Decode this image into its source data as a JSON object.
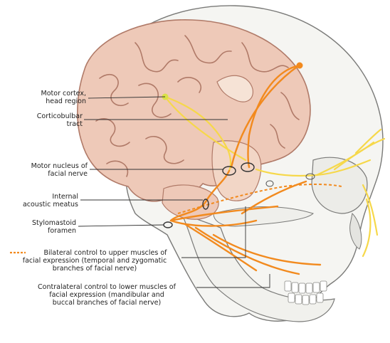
{
  "labels": {
    "motor_cortex": {
      "line1": "Motor cortex,",
      "line2": "head region"
    },
    "corticobulbar": {
      "line1": "Corticobulbar",
      "line2": "tract"
    },
    "motor_nucleus": {
      "line1": "Motor nucleus of",
      "line2": "facial nerve"
    },
    "internal_meatus": {
      "line1": "Internal",
      "line2": "acoustic meatus"
    },
    "stylomastoid": {
      "line1": "Stylomastoid",
      "line2": "foramen"
    },
    "bilateral": {
      "line1": "Bilateral control to upper muscles of",
      "line2": "facial expression (temporal and zygomatic",
      "line3": "branches of facial nerve)"
    },
    "contralateral": {
      "line1": "Contralateral control to lower muscles of",
      "line2": "facial expression (mandibular and",
      "line3": "buccal branches of facial nerve)"
    }
  },
  "colors": {
    "skull_fill": "#f5f5f2",
    "skull_outline": "#7a7a78",
    "brain_fill": "#eec9b8",
    "brain_outline": "#b07a68",
    "nerve_orange": "#f28a1e",
    "nerve_yellow": "#f6d84a",
    "leader_line": "#333333"
  },
  "icons": [
    "motor-cortex-dot-icon",
    "orange-origin-dot-icon",
    "dashed-legend-swatch-icon"
  ]
}
